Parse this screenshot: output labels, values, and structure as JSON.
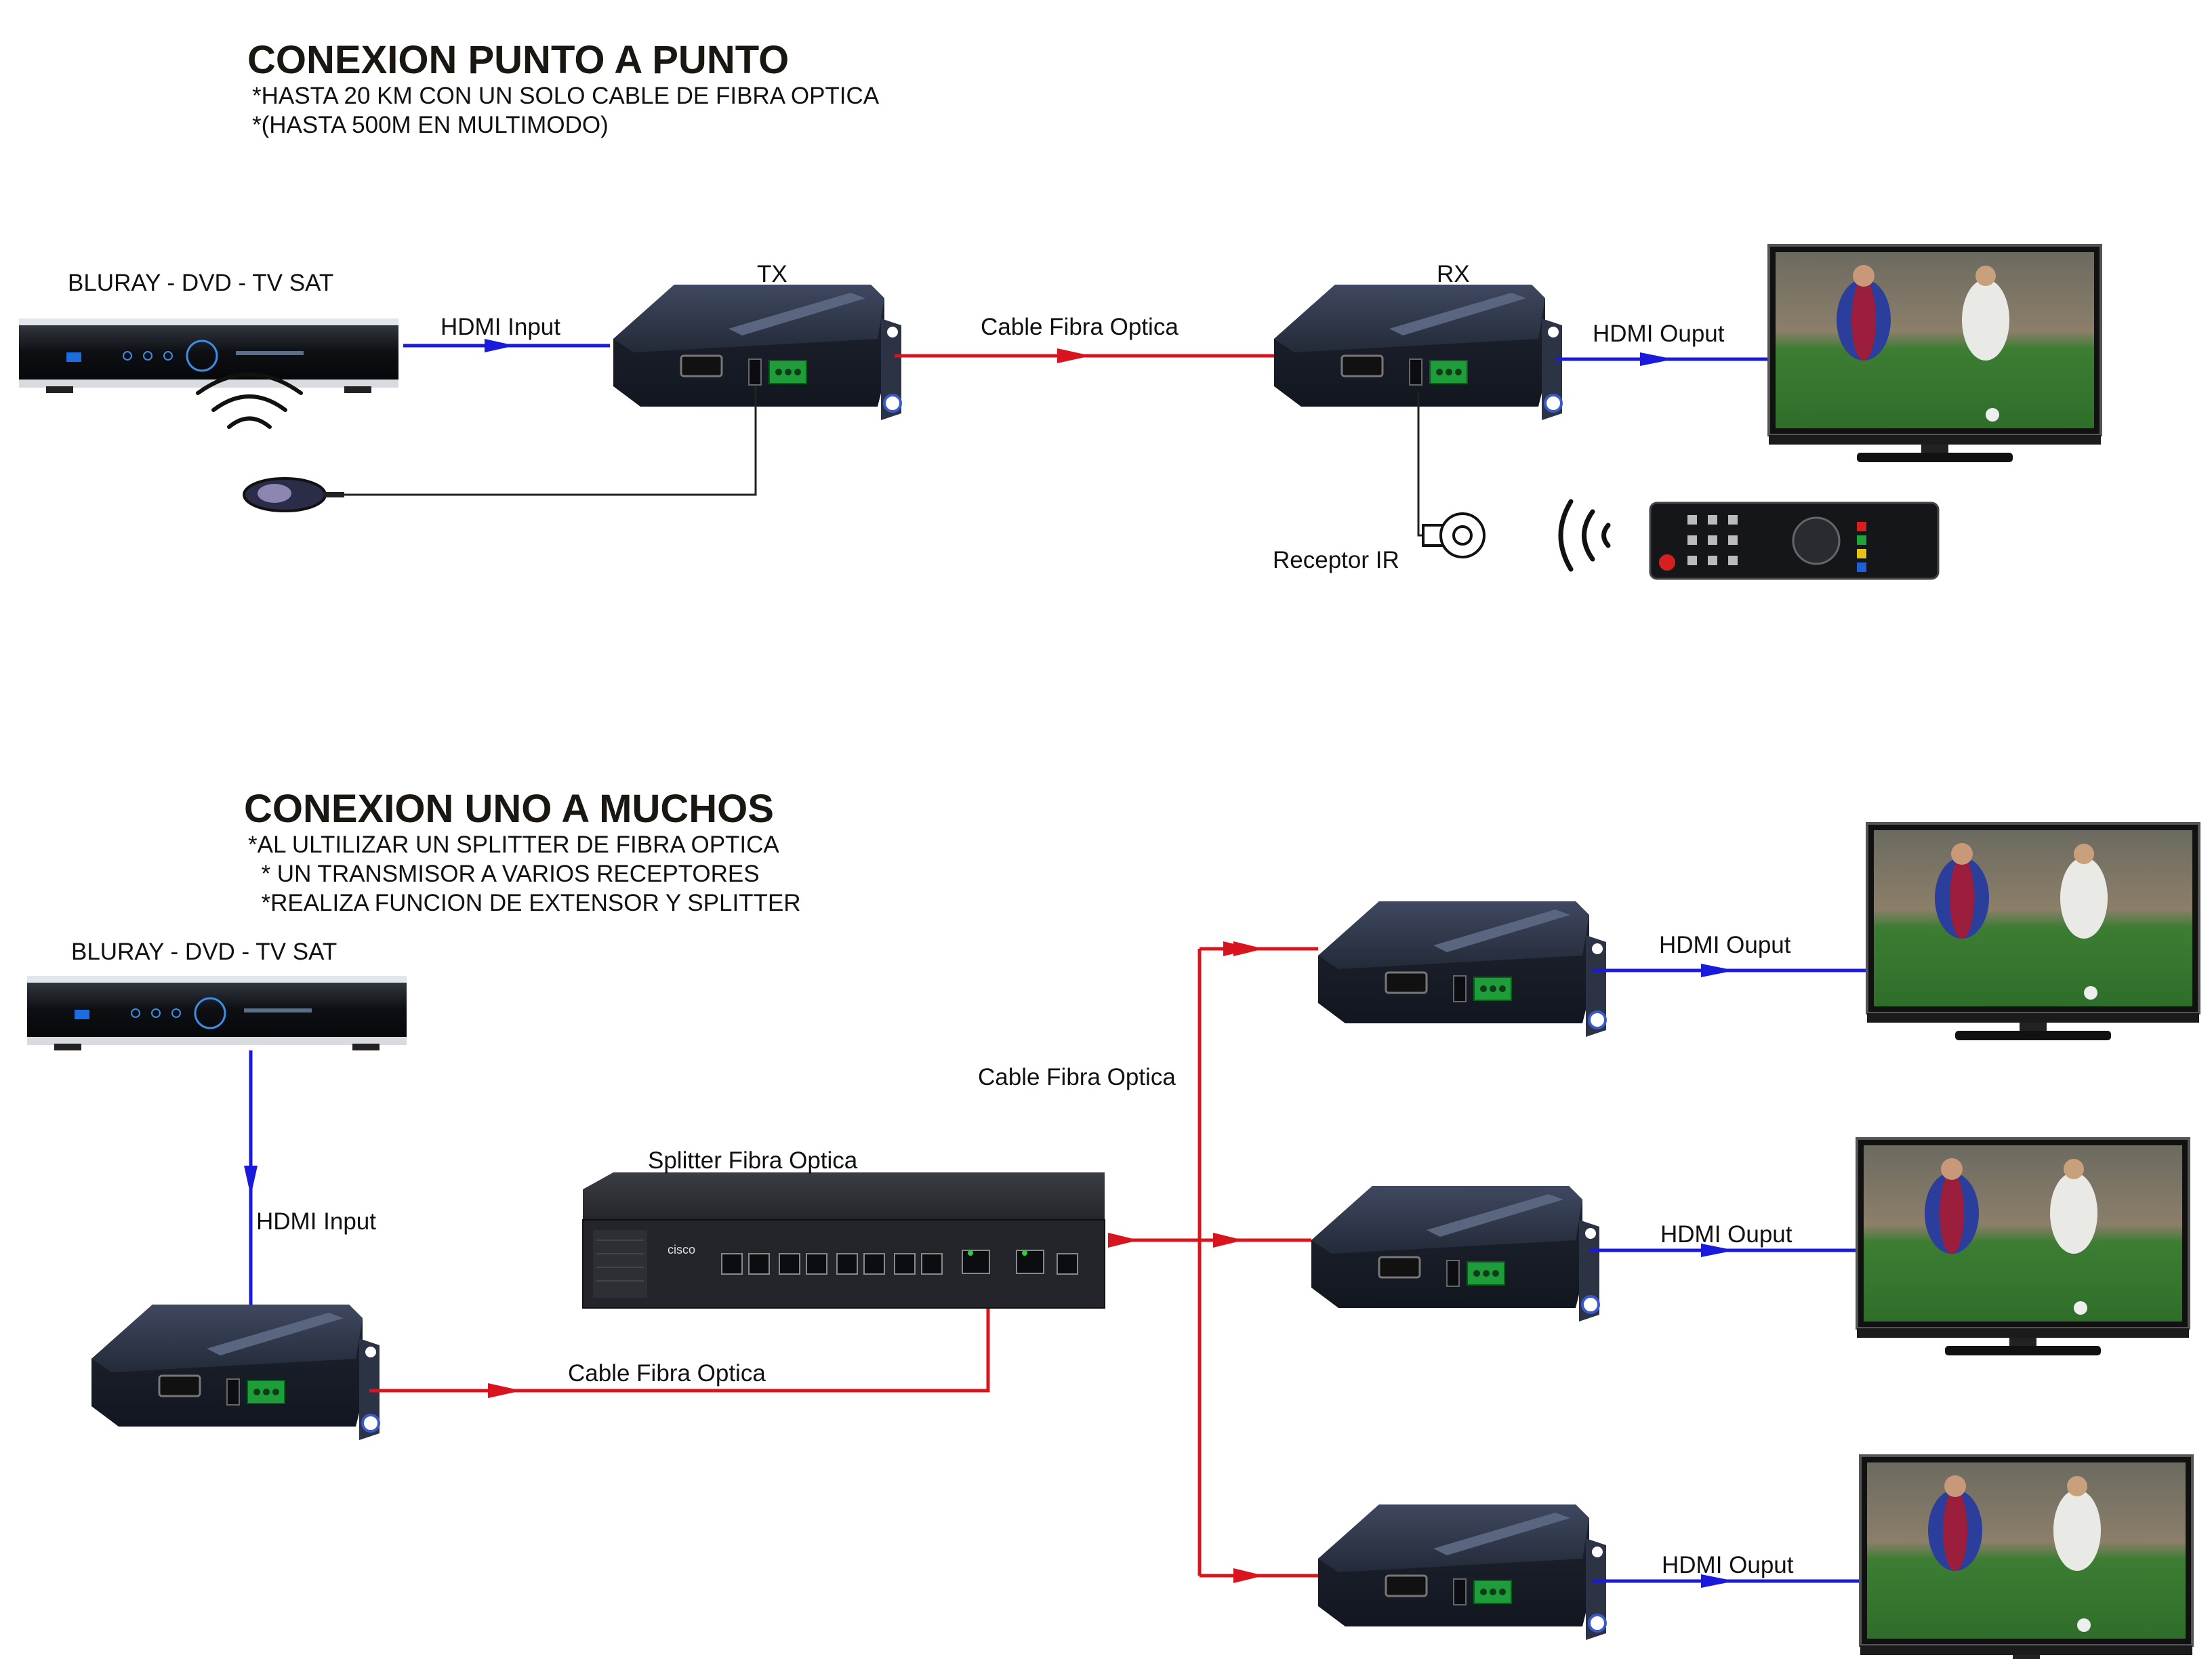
{
  "sections": {
    "p2p": {
      "title": "CONEXION PUNTO A PUNTO",
      "notes": [
        "*HASTA 20 KM CON UN SOLO CABLE DE FIBRA OPTICA",
        "*(HASTA 500M EN MULTIMODO)"
      ],
      "source_label": "BLURAY - DVD - TV SAT",
      "tx_label": "TX",
      "rx_label": "RX",
      "hdmi_input_label": "HDMI Input",
      "fiber_label": "Cable Fibra Optica",
      "hdmi_output_label": "HDMI Ouput",
      "ir_receiver_label": "Receptor IR"
    },
    "multi": {
      "title": "CONEXION UNO A MUCHOS",
      "notes": [
        "*AL ULTILIZAR UN SPLITTER DE FIBRA OPTICA",
        "  * UN TRANSMISOR A VARIOS RECEPTORES",
        "  *REALIZA FUNCION DE EXTENSOR Y SPLITTER"
      ],
      "source_label": "BLURAY - DVD - TV SAT",
      "hdmi_input_label": "HDMI Input",
      "splitter_label": "Splitter Fibra Optica",
      "fiber_label_tx": "Cable Fibra Optica",
      "fiber_label_split": "Cable Fibra Optica",
      "outputs": [
        "HDMI Ouput",
        "HDMI Ouput",
        "HDMI Ouput"
      ]
    }
  },
  "colors": {
    "hdmi": "#1a1adc",
    "fiber": "#d8141e",
    "device": "#2a3140"
  }
}
